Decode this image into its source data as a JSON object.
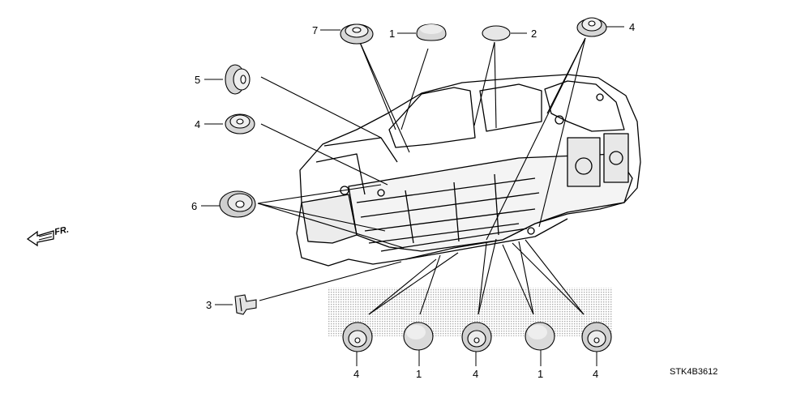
{
  "diagram": {
    "part_numbers": {
      "top_grommet": "7",
      "top_cap": "1",
      "top_plug": "2",
      "top_right_grommet": "4",
      "left_upper_grommet": "5",
      "left_mid_grommet": "4",
      "left_large_grommet": "6",
      "left_clip": "3",
      "bottom_1": "4",
      "bottom_2": "1",
      "bottom_3": "4",
      "bottom_4": "1",
      "bottom_5": "4"
    },
    "direction_label": "FR.",
    "diagram_code": "STK4B3612"
  }
}
